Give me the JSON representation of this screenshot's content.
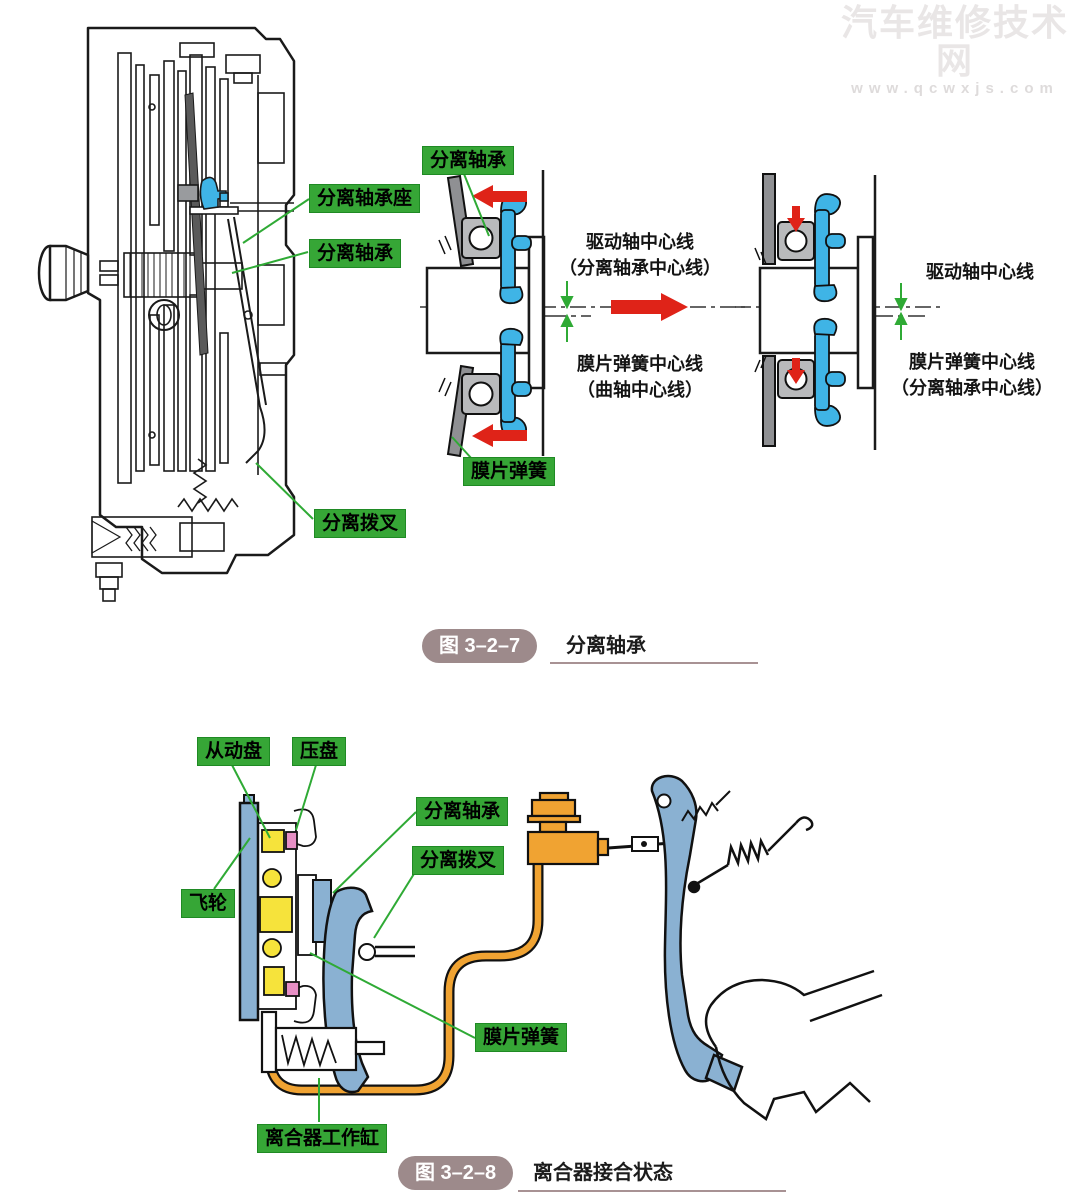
{
  "watermark": {
    "title": "汽车维修技术网",
    "url": "www.qcwxjs.com"
  },
  "figure1": {
    "section_labels": {
      "bearing_seat": "分离轴承座",
      "bearing": "分离轴承",
      "fork": "分离拨叉"
    },
    "middle_diagram": {
      "bearing_label": "分离轴承",
      "spring_label": "膜片弹簧",
      "axis_top_line1": "驱动轴中心线",
      "axis_top_line2": "（分离轴承中心线）",
      "axis_bottom_line1": "膜片弹簧中心线",
      "axis_bottom_line2": "（曲轴中心线）"
    },
    "right_diagram": {
      "axis_top": "驱动轴中心线",
      "axis_bottom_line1": "膜片弹簧中心线",
      "axis_bottom_line2": "（分离轴承中心线）"
    },
    "caption": {
      "tag": "图 3–2–7",
      "title": "分离轴承"
    }
  },
  "figure2": {
    "labels": {
      "driven_disc": "从动盘",
      "pressure_plate": "压盘",
      "release_bearing": "分离轴承",
      "release_fork": "分离拨叉",
      "flywheel": "飞轮",
      "diaphragm_spring": "膜片弹簧",
      "slave_cylinder": "离合器工作缸"
    },
    "caption": {
      "tag": "图 3–2–8",
      "title": "离合器接合状态"
    }
  },
  "icons": {
    "red-arrow-left": "◀",
    "red-arrow-right": "▶",
    "red-arrow-down": "▼",
    "green-gap-arrow": "↕"
  },
  "colors": {
    "label_green": "#36a636",
    "leader_green": "#2faa35",
    "arrow_red": "#df2318",
    "part_blue": "#8ab1d2",
    "carrier_cyan": "#3fb4e6",
    "part_yellow": "#f6e33b",
    "part_orange": "#f0a332",
    "part_pink": "#e78fc5",
    "caption_taupe": "#9d8a8b"
  }
}
